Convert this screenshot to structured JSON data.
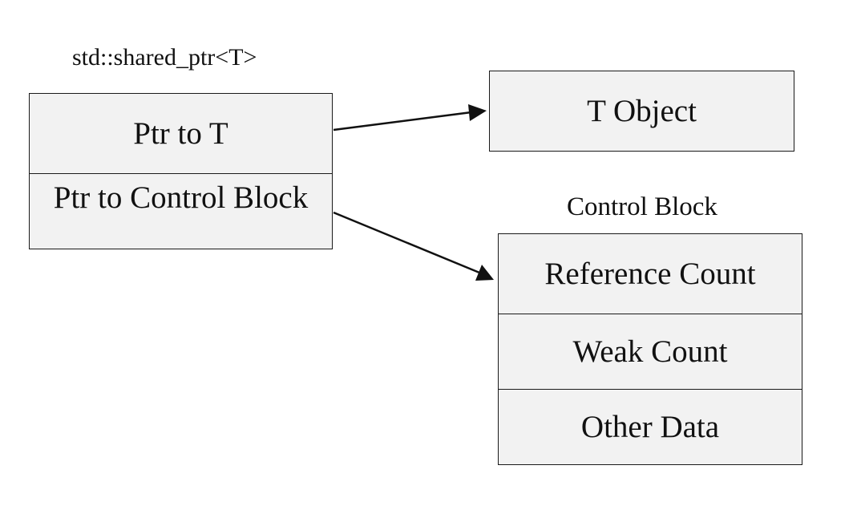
{
  "shared_ptr": {
    "title": "std::shared_ptr<T>",
    "cells": [
      "Ptr to T",
      "Ptr to Control Block"
    ]
  },
  "t_object": {
    "label": "T Object"
  },
  "control_block": {
    "title": "Control Block",
    "cells": [
      "Reference Count",
      "Weak Count",
      "Other Data"
    ]
  },
  "colors": {
    "box_fill": "#f2f2f2",
    "stroke": "#1a1a1a",
    "text": "#111111"
  }
}
